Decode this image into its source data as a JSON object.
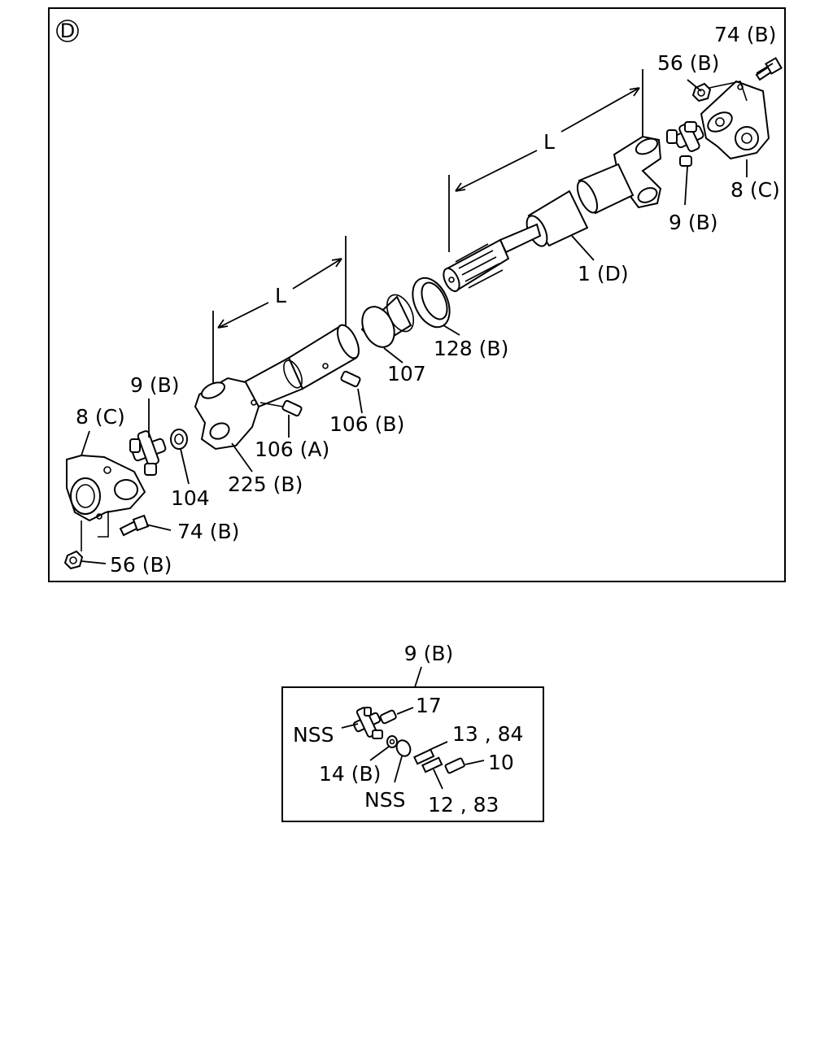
{
  "main_view": {
    "section_marker": "D",
    "dimension_label_left": "L",
    "dimension_label_right": "L",
    "labels": {
      "bolt_top_right": "74 (B)",
      "nut_top_right": "56 (B)",
      "flange_right": "8 (C)",
      "joint_right": "9 (B)",
      "shaft_right": "1 (D)",
      "seal_ring": "128 (B)",
      "sleeve": "107",
      "grease_fitting_b": "106 (B)",
      "grease_fitting_a": "106 (A)",
      "yoke": "225 (B)",
      "bushing": "104",
      "joint_left": "9 (B)",
      "flange_left": "8 (C)",
      "bolt_left": "74 (B)",
      "nut_left": "56 (B)"
    }
  },
  "detail_view": {
    "title": "9 (B)",
    "labels": {
      "spider": "NSS",
      "fitting": "17",
      "plate_top": "13 , 84",
      "bolt": "10",
      "washer": "14 (B)",
      "cup": "NSS",
      "plate_bottom": "12 , 83"
    }
  }
}
